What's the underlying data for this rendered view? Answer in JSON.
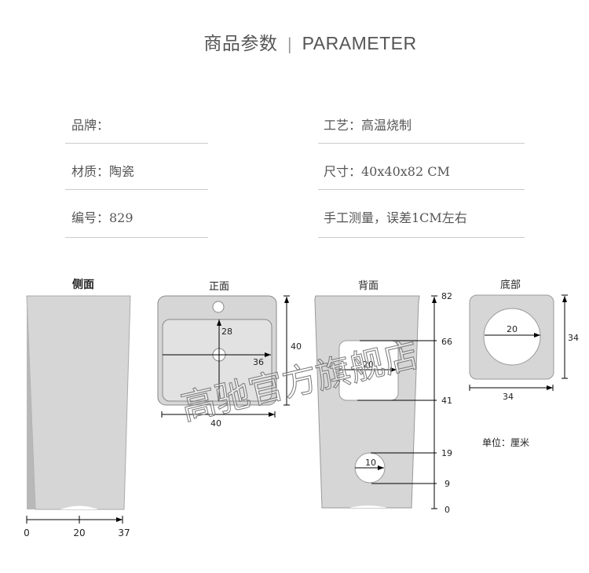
{
  "header": {
    "title_cn": "商品参数",
    "separator": "|",
    "title_en": "PARAMETER"
  },
  "params": {
    "left": [
      "品牌：",
      "材质：陶瓷",
      "编号：829"
    ],
    "right": [
      "工艺：高温烧制",
      "尺寸：40x40x82 CM",
      "手工测量，误差1CM左右"
    ]
  },
  "views": {
    "side": {
      "label": "侧面",
      "ticks": [
        "0",
        "20",
        "37"
      ]
    },
    "front": {
      "label": "正面",
      "inner_height": "28",
      "inner_width": "36",
      "height": "40",
      "width": "40"
    },
    "back": {
      "label": "背面",
      "window_width": "20",
      "hole_diameter": "10",
      "ticks": [
        "82",
        "66",
        "41",
        "19",
        "9",
        "0"
      ]
    },
    "bottom": {
      "label": "底部",
      "hole_diameter": "20",
      "height": "34",
      "width": "34"
    }
  },
  "unit_note": "单位：厘米",
  "watermark": "高驰官方旗舰店",
  "colors": {
    "body_fill": "#d6d6d6",
    "line": "#000000",
    "text": "#555555"
  }
}
